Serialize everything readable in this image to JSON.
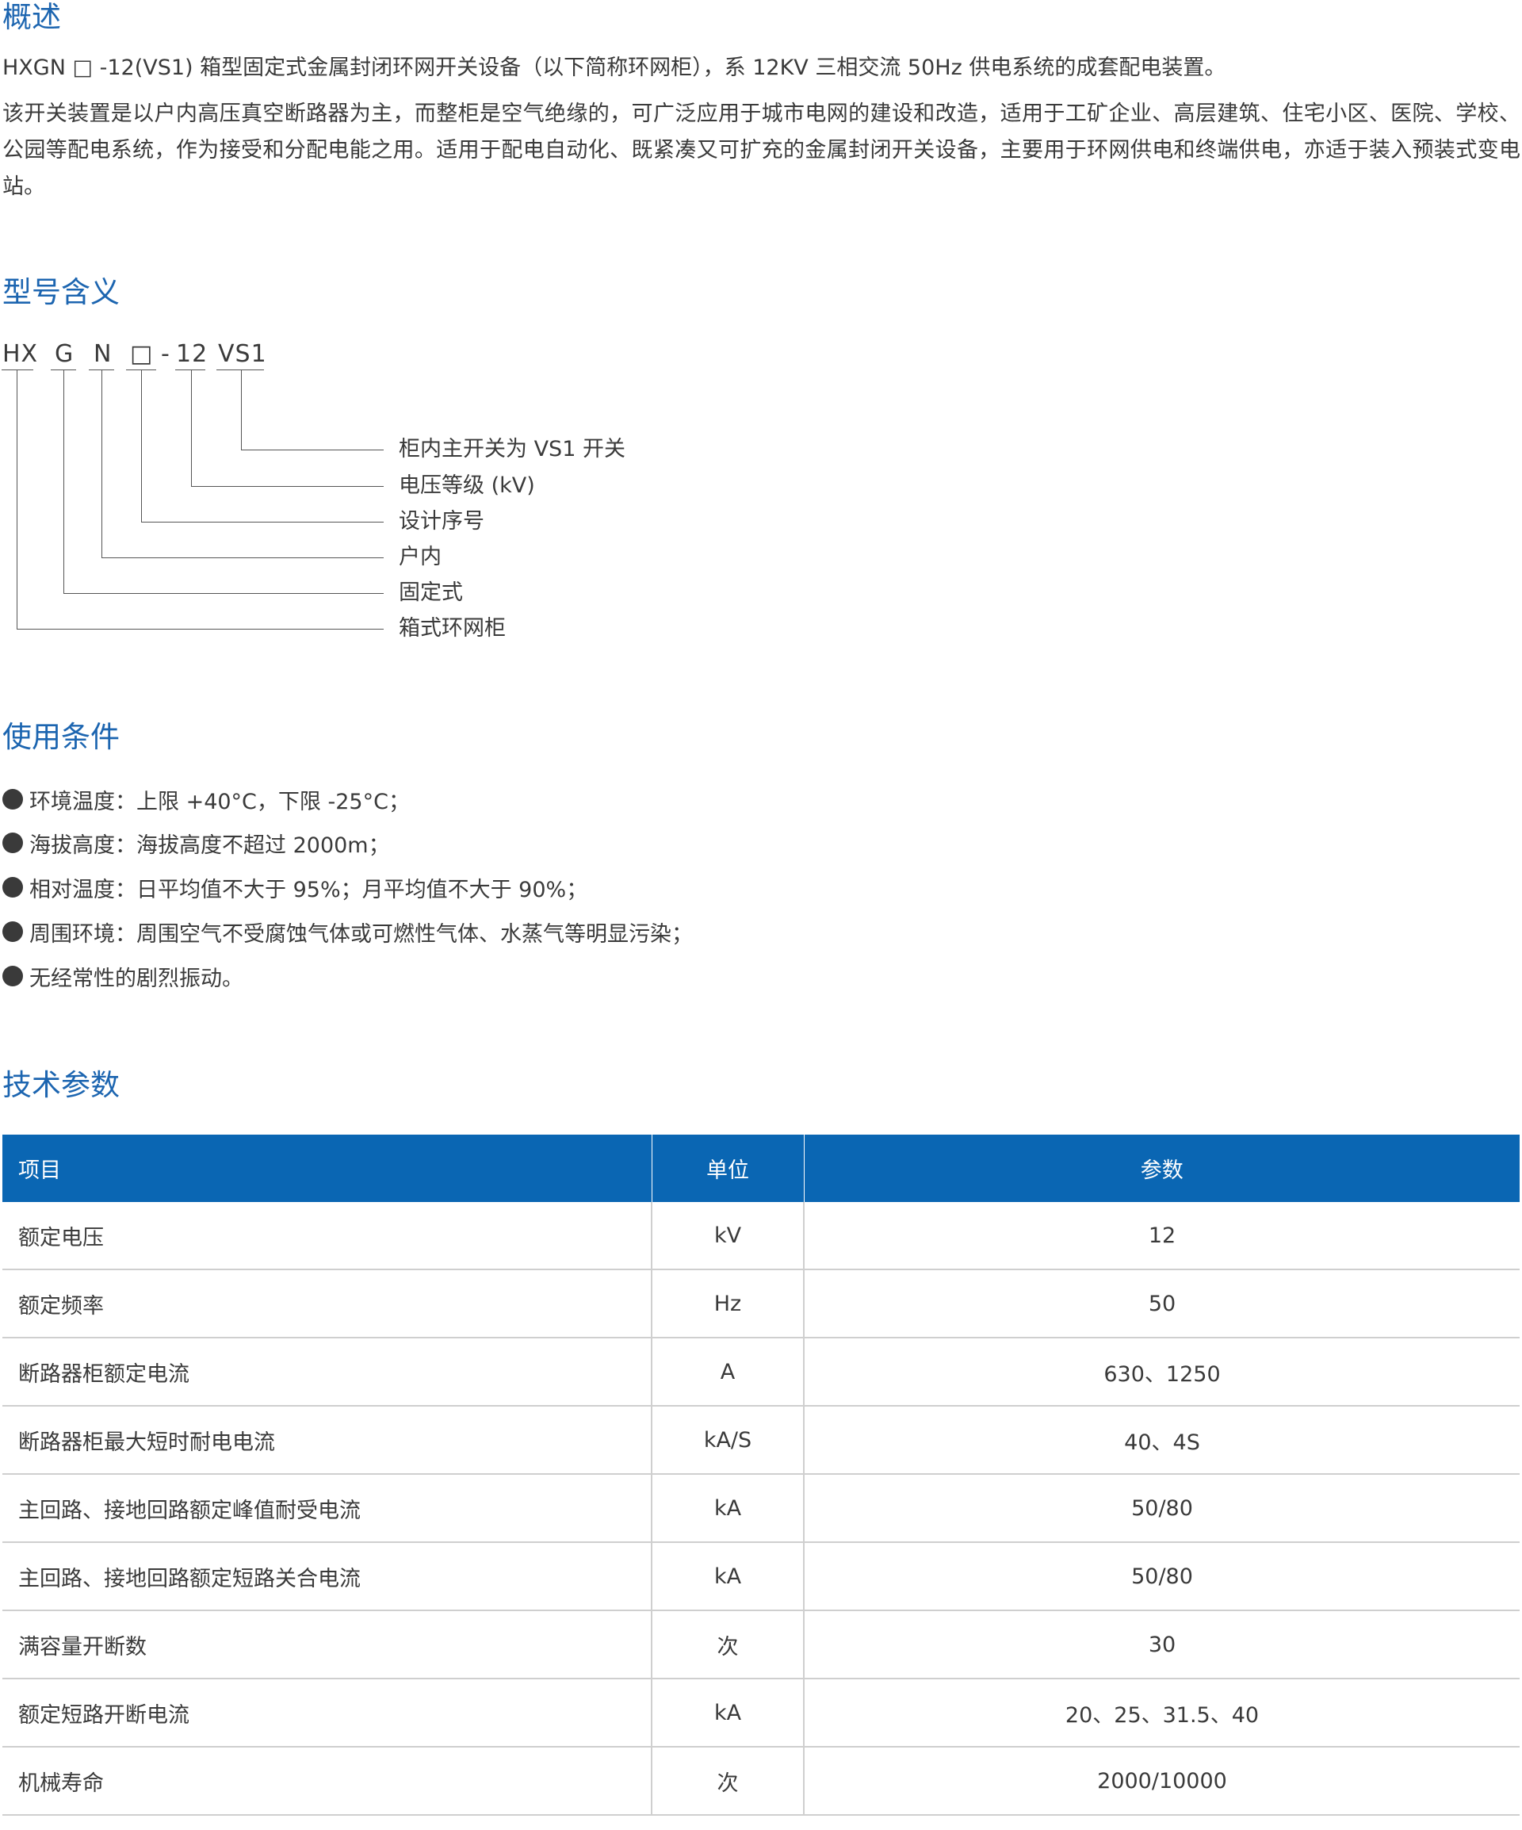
{
  "overview": {
    "title": "概述",
    "paragraph1": "HXGN □ -12(VS1) 箱型固定式金属封闭环网开关设备（以下简称环网柜），系 12KV 三相交流 50Hz 供电系统的成套配电装置。",
    "paragraph2": "该开关装置是以户内高压真空断路器为主，而整柜是空气绝缘的，可广泛应用于城市电网的建设和改造，适用于工矿企业、高层建筑、住宅小区、医院、学校、公园等配电系统，作为接受和分配电能之用。适用于配电自动化、既紧凑又可扩充的金属封闭开关设备，主要用于环网供电和终端供电，亦适于装入预装式变电站。"
  },
  "model": {
    "title": "型号含义",
    "code": [
      "HX",
      "G",
      "N",
      "□",
      "-",
      "12",
      "VS1"
    ],
    "meanings": [
      "柜内主开关为 VS1 开关",
      "电压等级 (kV)",
      "设计序号",
      "户内",
      "固定式",
      "箱式环网柜"
    ]
  },
  "conditions": {
    "title": "使用条件",
    "items": [
      "环境温度：上限 +40°C，下限 -25°C；",
      "海拔高度：海拔高度不超过 2000m；",
      "相对温度：日平均值不大于 95%；月平均值不大于 90%；",
      "周围环境：周围空气不受腐蚀气体或可燃性气体、水蒸气等明显污染；",
      "无经常性的剧烈振动。"
    ]
  },
  "specs": {
    "title": "技术参数",
    "headers": [
      "项目",
      "单位",
      "参数"
    ],
    "rows": [
      [
        "额定电压",
        "kV",
        "12"
      ],
      [
        "额定频率",
        "Hz",
        "50"
      ],
      [
        "断路器柜额定电流",
        "A",
        "630、1250"
      ],
      [
        "断路器柜最大短时耐电电流",
        "kA/S",
        "40、4S"
      ],
      [
        "主回路、接地回路额定峰值耐受电流",
        "kA",
        "50/80"
      ],
      [
        "主回路、接地回路额定短路关合电流",
        "kA",
        "50/80"
      ],
      [
        "满容量开断数",
        "次",
        "30"
      ],
      [
        "额定短路开断电流",
        "kA",
        "20、25、31.5、40"
      ],
      [
        "机械寿命",
        "次",
        "2000/10000"
      ]
    ]
  },
  "colors": {
    "heading": "#1c65b0",
    "table_header_bg": "#0a66b3",
    "body_text": "#3a3a3a"
  }
}
